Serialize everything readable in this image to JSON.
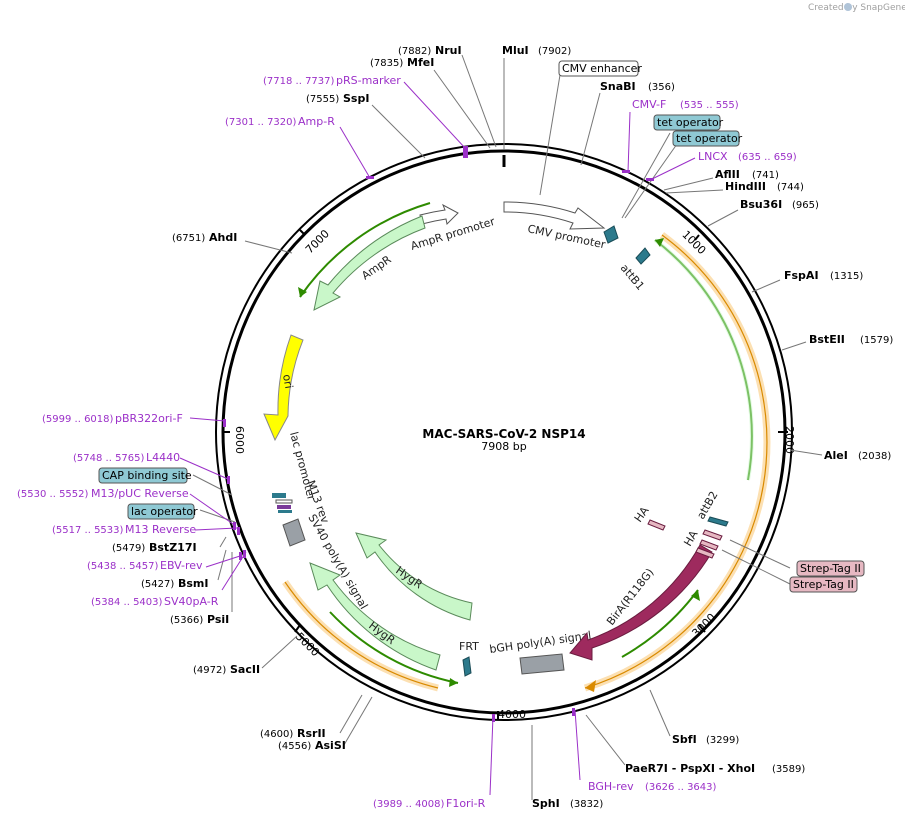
{
  "credit": "Created by SnapGene",
  "map": {
    "title": "MAC-SARS-CoV-2 NSP14",
    "length_label": "7908 bp",
    "total_bp": 7908
  },
  "ticks": [
    "1000",
    "2000",
    "3000",
    "4000",
    "5000",
    "6000",
    "7000"
  ],
  "restriction_sites": [
    {
      "name": "NruI",
      "pos": "(7882)"
    },
    {
      "name": "MluI",
      "pos": "(7902)"
    },
    {
      "name": "MfeI",
      "pos": "(7835)"
    },
    {
      "name": "SspI",
      "pos": "(7555)"
    },
    {
      "name": "SnaBI",
      "pos": "(356)"
    },
    {
      "name": "AflII",
      "pos": "(741)"
    },
    {
      "name": "HindIII",
      "pos": "(744)"
    },
    {
      "name": "Bsu36I",
      "pos": "(965)"
    },
    {
      "name": "FspAI",
      "pos": "(1315)"
    },
    {
      "name": "BstEII",
      "pos": "(1579)"
    },
    {
      "name": "AleI",
      "pos": "(2038)"
    },
    {
      "name": "SbfI",
      "pos": "(3299)"
    },
    {
      "name": "PaeR7I - PspXI - XhoI",
      "pos": "(3589)"
    },
    {
      "name": "SphI",
      "pos": "(3832)"
    },
    {
      "name": "RsrII",
      "pos": "(4600)"
    },
    {
      "name": "AsiSI",
      "pos": "(4556)"
    },
    {
      "name": "SacII",
      "pos": "(4972)"
    },
    {
      "name": "PsiI",
      "pos": "(5366)"
    },
    {
      "name": "BsmI",
      "pos": "(5427)"
    },
    {
      "name": "BstZ17I",
      "pos": "(5479)"
    },
    {
      "name": "AhdI",
      "pos": "(6751)"
    }
  ],
  "primers": [
    {
      "name": "pRS-marker",
      "pos": "(7718 .. 7737)"
    },
    {
      "name": "Amp-R",
      "pos": "(7301 .. 7320)"
    },
    {
      "name": "CMV-F",
      "pos": "(535 .. 555)"
    },
    {
      "name": "LNCX",
      "pos": "(635 .. 659)"
    },
    {
      "name": "pBR322ori-F",
      "pos": "(5999 .. 6018)"
    },
    {
      "name": "L4440",
      "pos": "(5748 .. 5765)"
    },
    {
      "name": "M13/pUC Reverse",
      "pos": "(5530 .. 5552)"
    },
    {
      "name": "M13 Reverse",
      "pos": "(5517 .. 5533)"
    },
    {
      "name": "EBV-rev",
      "pos": "(5438 .. 5457)"
    },
    {
      "name": "SV40pA-R",
      "pos": "(5384 .. 5403)"
    },
    {
      "name": "BGH-rev",
      "pos": "(3626 .. 3643)"
    },
    {
      "name": "F1ori-R",
      "pos": "(3989 .. 4008)"
    }
  ],
  "boxed_features": [
    {
      "name": "CMV enhancer"
    },
    {
      "name": "tet operator"
    },
    {
      "name": "tet operator"
    },
    {
      "name": "CAP binding site"
    },
    {
      "name": "lac operator"
    },
    {
      "name": "Strep-Tag II"
    },
    {
      "name": "Strep-Tag II"
    }
  ],
  "features": {
    "cmv_promoter": "CMV promoter",
    "attb1": "attB1",
    "ampr_promoter": "AmpR promoter",
    "ampr": "AmpR",
    "ori": "ori",
    "lac_promoter": "lac promoter",
    "m13_rev": "M13 rev",
    "sv40_polya": "SV40 poly(A) signal",
    "hygr_1": "HygR",
    "hygr_2": "HygR",
    "frt": "FRT",
    "bgh_polya": "bGH poly(A) signal",
    "bira": "BirA(R118G)",
    "ha_1": "HA",
    "ha_2": "HA",
    "attb2": "attB2"
  },
  "colors": {
    "backbone": "#000000",
    "primer": "#9b30c8",
    "green_arrow": "#c9f7c9",
    "ori": "#ffff00",
    "bira": "#9e2a5e",
    "teal": "#2c7a8c",
    "box_teal": "#8fc9d4",
    "box_pink": "#e6b8c2",
    "orange_line": "#f5a623",
    "orf_green": "#2e8b00",
    "grey_feature": "#9aa0a6"
  }
}
